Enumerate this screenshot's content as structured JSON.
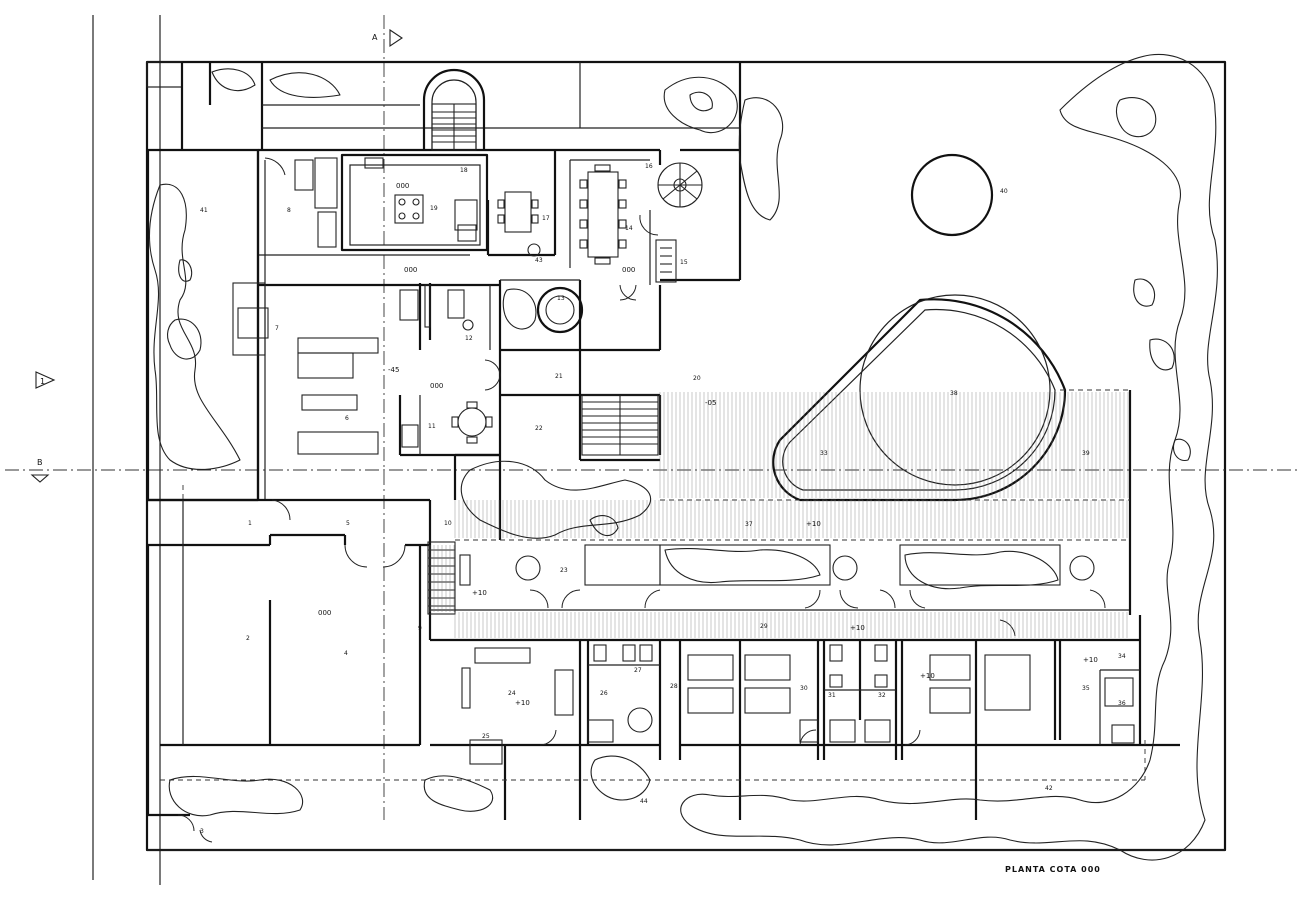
{
  "title": "PLANTA COTA 000",
  "section_marks": {
    "a": "A",
    "b": "B",
    "one": "1"
  },
  "levels": {
    "kitchen": "000",
    "living": "000",
    "dining": "000",
    "hall": "000",
    "sunken_living": "-45",
    "central_patio": "-05",
    "terrace": "+10",
    "garage": "000",
    "service_stair": "+10",
    "corridor": "+10",
    "bedroom_wing_a": "+10",
    "bedroom_wing_b": "+10",
    "bedroom_wing_c": "+10"
  },
  "room_labels": {
    "r1": "1",
    "r2": "2",
    "r3": "3",
    "r4": "4",
    "r5": "5",
    "r6": "6",
    "r7": "7",
    "r8": "8",
    "r9": "9",
    "r10": "10",
    "r11": "11",
    "r12": "12",
    "r13": "13",
    "r14": "14",
    "r15": "15",
    "r16": "16",
    "r17": "17",
    "r18": "18",
    "r19": "19",
    "r20": "20",
    "r21": "21",
    "r22": "22",
    "r23": "23",
    "r24": "24",
    "r25": "25",
    "r26": "26",
    "r27": "27",
    "r28": "28",
    "r29": "29",
    "r30": "30",
    "r31": "31",
    "r32": "32",
    "r33": "33",
    "r34": "34",
    "r35": "35",
    "r36": "36",
    "r37": "37",
    "r38": "38",
    "r39": "39",
    "r40": "40",
    "r41": "41",
    "r42": "42",
    "r43": "43",
    "r44": "44"
  }
}
